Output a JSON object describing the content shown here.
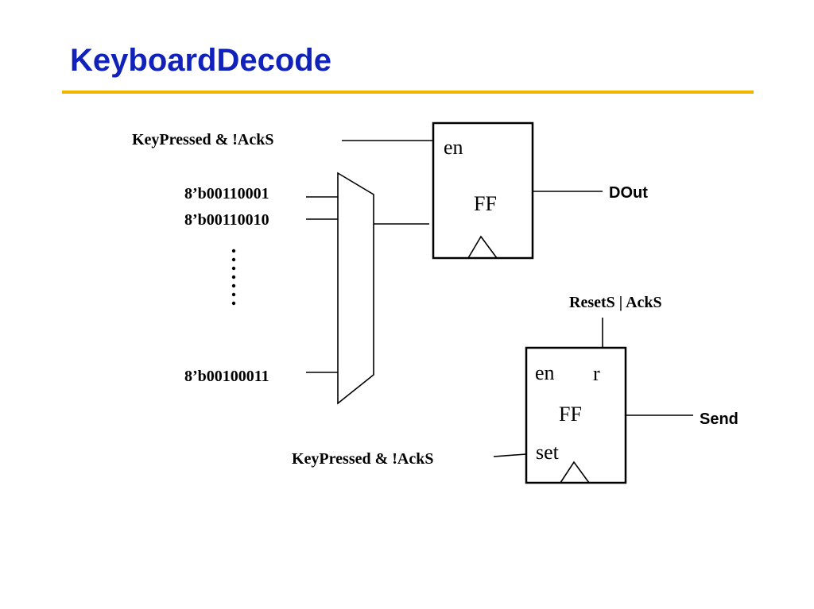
{
  "slide": {
    "title": "KeyboardDecode"
  },
  "ff_top": {
    "name": "FF",
    "en_port": "en",
    "en_input": "KeyPressed & !AckS",
    "output": "DOut"
  },
  "mux": {
    "inputs": [
      "8’b00110001",
      "8’b00110010",
      "8’b00100011"
    ]
  },
  "ff_bottom": {
    "name": "FF",
    "en_port": "en",
    "r_port": "r",
    "set_port": "set",
    "reset_input": "ResetS | AckS",
    "set_input": "KeyPressed & !AckS",
    "output": "Send"
  }
}
